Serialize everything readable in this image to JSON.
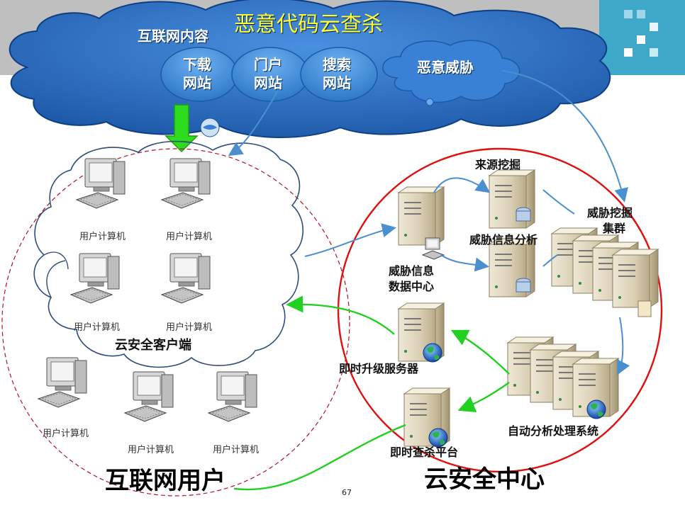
{
  "header": {
    "title": "恶意代码云查杀"
  },
  "cloud": {
    "internet_content": "互联网内容",
    "pills": [
      {
        "line1": "下载",
        "line2": "网站"
      },
      {
        "line1": "门户",
        "line2": "网站"
      },
      {
        "line1": "搜索",
        "line2": "网站"
      }
    ],
    "threat": "恶意威胁"
  },
  "client_zone": {
    "pc_label": "用户计算机",
    "client_cloud_label": "云安全客户端",
    "big_label": "互联网用户"
  },
  "center_zone": {
    "source_mining": "来源挖掘",
    "threat_analysis": "威胁信息分析",
    "mining_cluster_line1": "威胁挖掘",
    "mining_cluster_line2": "集群",
    "data_center_line1": "威胁信息",
    "data_center_line2": "数据中心",
    "upgrade_server": "即时升级服务器",
    "auto_system": "自动分析处理系统",
    "scan_platform": "即时查杀平台",
    "big_label": "云安全中心"
  },
  "footer": {
    "page_number": "67"
  },
  "colors": {
    "cloud_fill": "#2b6fc4",
    "client_circle": "#b3122a",
    "center_circle": "#e01010",
    "download_arrow": "#2edc1e",
    "blue_arrow": "#4a8fd0",
    "green_arrow": "#22d022"
  }
}
